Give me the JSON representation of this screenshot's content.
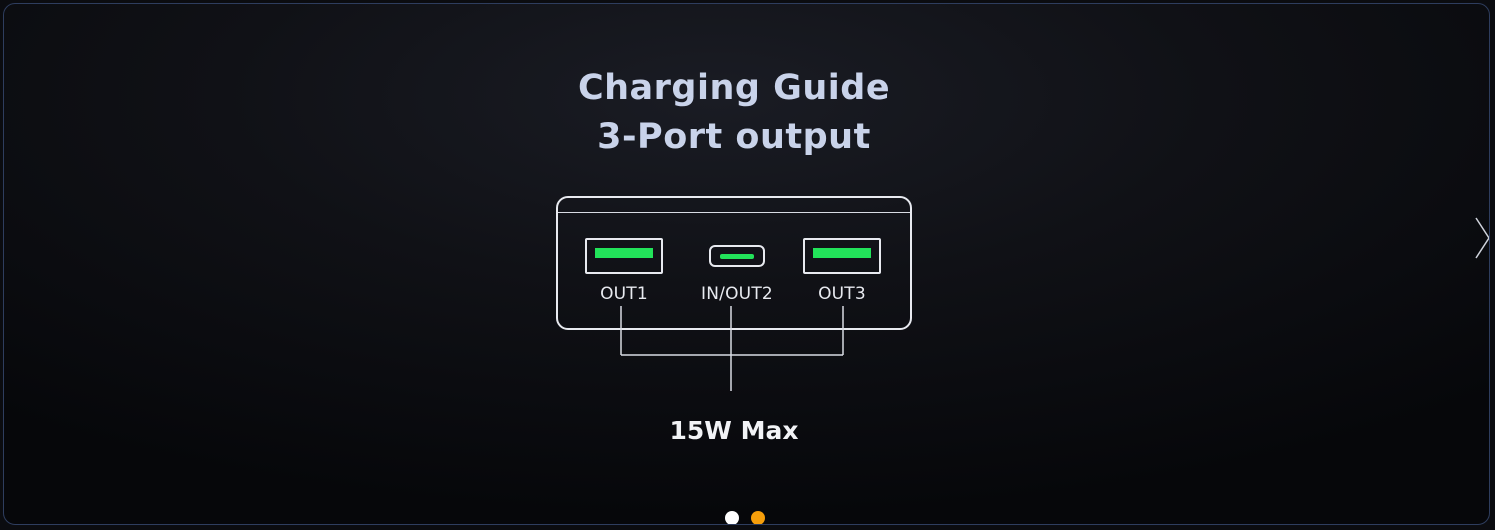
{
  "slide": {
    "title_line1": "Charging Guide",
    "title_line2": "3-Port output",
    "ports": [
      {
        "label": "OUT1",
        "type": "usb-a"
      },
      {
        "label": "IN/OUT2",
        "type": "usb-c"
      },
      {
        "label": "OUT3",
        "type": "usb-a"
      }
    ],
    "max_output": "15W Max"
  },
  "carousel": {
    "total_slides": 2,
    "active_index": 0,
    "next_icon": "chevron-right-icon",
    "dot_active_color": "#ffffff",
    "dot_inactive_color": "#f59e0b"
  },
  "colors": {
    "port_fill": "#22e35a",
    "title_text": "#c9d3ea",
    "outline": "#e8eaf0"
  }
}
